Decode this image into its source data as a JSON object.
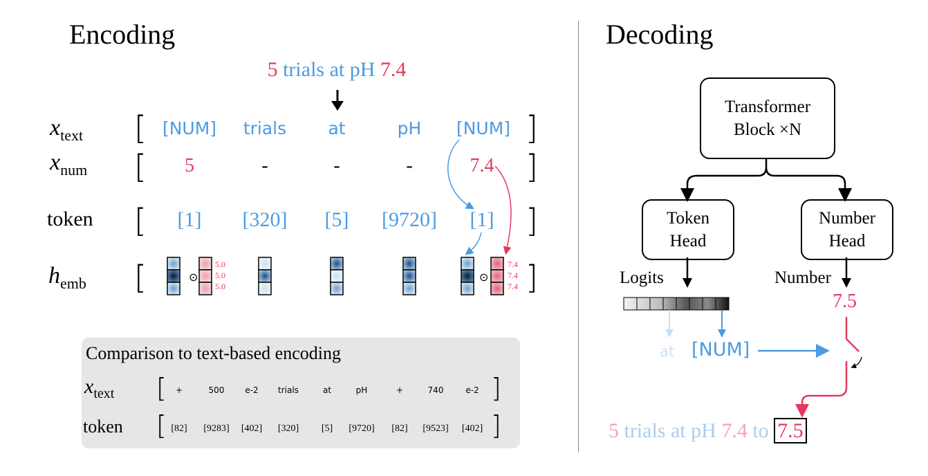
{
  "encoding": {
    "title": "Encoding",
    "input_sentence": {
      "num1": "5",
      "mid": " trials at pH ",
      "num2": "7.4"
    },
    "row_labels": {
      "x_text_main": "x",
      "x_text_sub": "text",
      "x_num_main": "x",
      "x_num_sub": "num",
      "token": "token",
      "h_main": "h",
      "h_sub": "emb"
    },
    "x_text": [
      "[NUM]",
      "trials",
      "at",
      "pH",
      "[NUM]"
    ],
    "x_num": [
      "5",
      "-",
      "-",
      "-",
      "7.4"
    ],
    "tokens": [
      "[1]",
      "[320]",
      "[5]",
      "[9720]",
      "[1]"
    ],
    "emb_values_1": [
      "5.0",
      "5.0",
      "5.0"
    ],
    "emb_values_2": [
      "7.4",
      "7.4",
      "7.4"
    ],
    "odot": "⊙"
  },
  "comparison": {
    "title": "Comparison to text-based encoding",
    "x_text": [
      "+",
      "500",
      "e-2",
      "trials",
      "at",
      "pH",
      "+",
      "740",
      "e-2"
    ],
    "tokens": [
      "[82]",
      "[9283]",
      "[402]",
      "[320]",
      "[5]",
      "[9720]",
      "[82]",
      "[9523]",
      "[402]"
    ]
  },
  "decoding": {
    "title": "Decoding",
    "transformer": "Transformer Block ×N",
    "token_head": "Token Head",
    "number_head": "Number Head",
    "logits_label": "Logits",
    "number_label": "Number",
    "number_value": "7.5",
    "faded_token": "at",
    "chosen_token": "[NUM]",
    "output": {
      "num1": "5",
      "mid1": " trials at pH ",
      "num2": "7.4",
      "mid2": " to ",
      "result": "7.5"
    }
  }
}
